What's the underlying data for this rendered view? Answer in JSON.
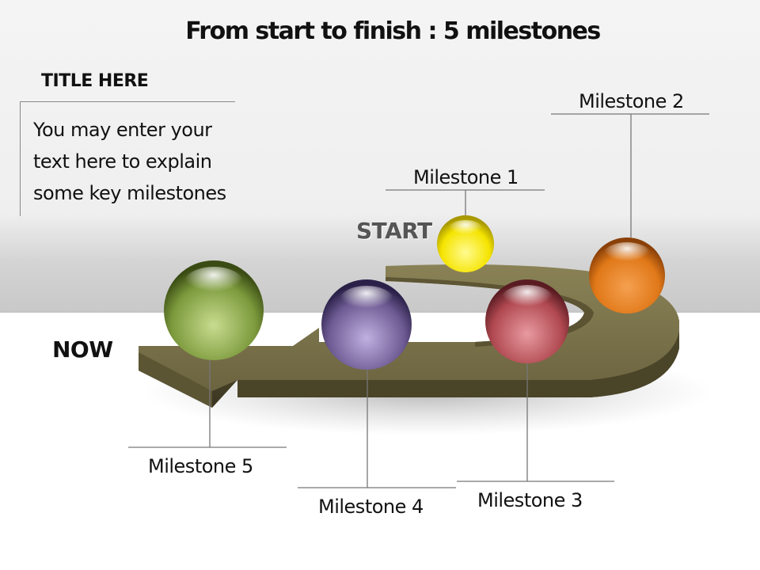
{
  "title": "From start to finish : 5 milestones",
  "sidebar": {
    "title": "TITLE HERE",
    "lines": [
      "You may enter your",
      "text here to explain",
      "some key milestones"
    ]
  },
  "markers": {
    "start": "START",
    "now": "NOW"
  },
  "milestones": [
    {
      "label": "Milestone 1",
      "color": "#f5e400"
    },
    {
      "label": "Milestone 2",
      "color": "#e07818"
    },
    {
      "label": "Milestone 3",
      "color": "#b04850"
    },
    {
      "label": "Milestone 4",
      "color": "#6c5a92"
    },
    {
      "label": "Milestone 5",
      "color": "#7c9a3c"
    }
  ],
  "arrow_color": "#6e6742"
}
